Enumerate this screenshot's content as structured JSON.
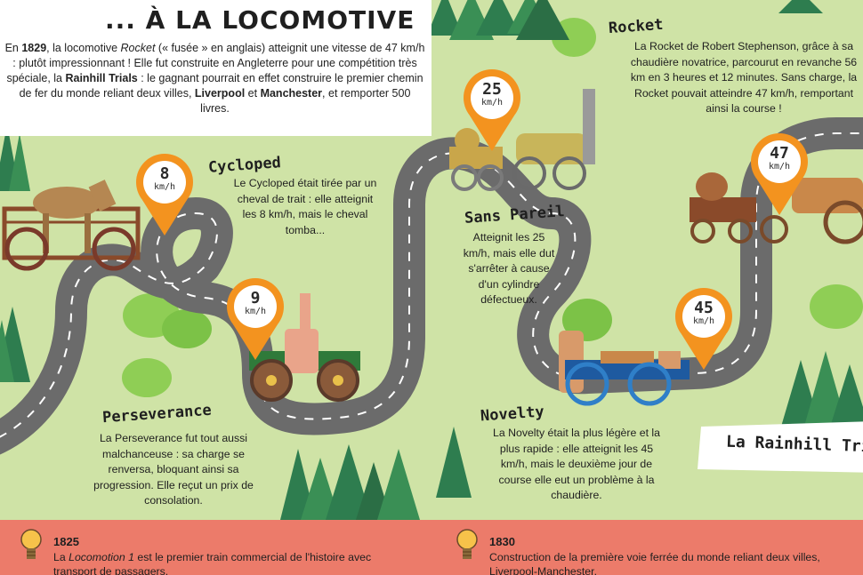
{
  "intro": {
    "title": "... À LA LOCOMOTIVE",
    "p_in": "En ",
    "year": "1829",
    "p_loco": ", la locomotive ",
    "rocket_italic": "Rocket",
    "p_rest1": " (« fusée » en anglais) atteignit une vitesse de 47 km/h : plutôt impressionnant ! Elle fut construite en Angleterre pour une compétition très spéciale, la ",
    "trials": "Rainhill Trials",
    "p_rest2": " : le gagnant pourrait en effet construire le premier chemin de fer du monde reliant deux villes, ",
    "liverpool": "Liverpool",
    "p_and": " et ",
    "manchester": "Manchester",
    "p_end": ", et remporter 500 livres."
  },
  "pins": [
    {
      "num": "8",
      "unit": "km/h"
    },
    {
      "num": "9",
      "unit": "km/h"
    },
    {
      "num": "25",
      "unit": "km/h"
    },
    {
      "num": "45",
      "unit": "km/h"
    },
    {
      "num": "47",
      "unit": "km/h"
    }
  ],
  "sections": {
    "cycloped": {
      "title": "Cycloped",
      "text": "Le Cycloped était tirée par un cheval de trait : elle atteignit les 8 km/h, mais le cheval tomba..."
    },
    "perseverance": {
      "title": "Perseverance",
      "text": "La Perseverance fut tout aussi malchanceuse : sa charge se renversa, bloquant ainsi sa progression. Elle reçut un prix de consolation."
    },
    "sanspareil": {
      "title": "Sans Pareil",
      "text": "Atteignit les 25 km/h, mais elle dut s'arrêter à cause d'un cylindre défectueux."
    },
    "novelty": {
      "title": "Novelty",
      "text": "La Novelty était la plus légère et la plus rapide : elle atteignit les 45 km/h, mais le deuxième jour de course elle eut un problème à la chaudière."
    },
    "rocket": {
      "title": "Rocket",
      "text": "La Rocket de Robert Stephenson, grâce à sa chaudière novatrice, parcourut en revanche 56 km en 3 heures et 12 minutes. Sans charge, la Rocket pouvait atteindre 47 km/h, remportant ainsi la course !"
    }
  },
  "banner": {
    "text": "La Rainhill Trials"
  },
  "timeline": {
    "items": [
      {
        "year": "1825",
        "text_a": "La ",
        "text_italic": "Locomotion 1",
        "text_b": " est le premier train commercial de l'histoire avec transport de passagers."
      },
      {
        "year": "1830",
        "text": "Construction de la première voie ferrée du monde reliant deux villes, Liverpool-Manchester."
      }
    ]
  },
  "colors": {
    "background": "#cfe3a6",
    "road": "#6b6b6b",
    "pin": "#f3931f",
    "timeline": "#ec7b6a"
  }
}
